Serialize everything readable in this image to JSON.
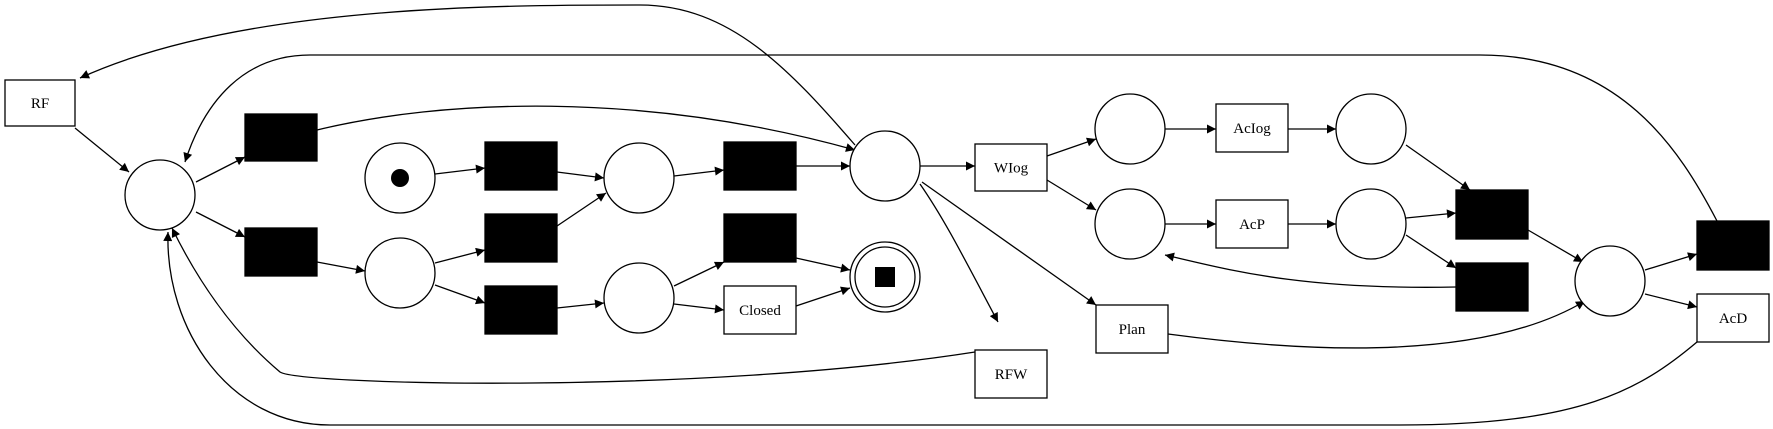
{
  "colors": {
    "stroke": "#000000",
    "silent_fill": "#000000",
    "visible_fill": "#ffffff",
    "background": "#ffffff"
  },
  "diagram": {
    "type": "petri-net",
    "places": [
      {
        "id": "p_rf_in"
      },
      {
        "id": "p_source",
        "marking": "token"
      },
      {
        "id": "p_mid1"
      },
      {
        "id": "p_mid2"
      },
      {
        "id": "p_mid3"
      },
      {
        "id": "p_hub"
      },
      {
        "id": "p_sink",
        "marking": "final"
      },
      {
        "id": "p_wlog_a"
      },
      {
        "id": "p_wlog_b"
      },
      {
        "id": "p_aclog_out"
      },
      {
        "id": "p_acp_out"
      },
      {
        "id": "p_join"
      }
    ],
    "transitions": [
      {
        "id": "t_rf",
        "label": "RF",
        "silent": false
      },
      {
        "id": "t_silent_top",
        "label": "",
        "silent": true
      },
      {
        "id": "t_silent_low",
        "label": "",
        "silent": true
      },
      {
        "id": "t_silent_src",
        "label": "",
        "silent": true
      },
      {
        "id": "t_silent_m1",
        "label": "",
        "silent": true
      },
      {
        "id": "t_silent_m2",
        "label": "",
        "silent": true
      },
      {
        "id": "t_silent_to_hub",
        "label": "",
        "silent": true
      },
      {
        "id": "t_silent_to_sink",
        "label": "",
        "silent": true
      },
      {
        "id": "t_closed",
        "label": "Closed",
        "silent": false
      },
      {
        "id": "t_wlog",
        "label": "WIog",
        "silent": false
      },
      {
        "id": "t_rfw",
        "label": "RFW",
        "silent": false
      },
      {
        "id": "t_plan",
        "label": "Plan",
        "silent": false
      },
      {
        "id": "t_aclog",
        "label": "AcIog",
        "silent": false
      },
      {
        "id": "t_acp",
        "label": "AcP",
        "silent": false
      },
      {
        "id": "t_silent_join",
        "label": "",
        "silent": true
      },
      {
        "id": "t_silent_loop",
        "label": "",
        "silent": true
      },
      {
        "id": "t_silent_far",
        "label": "",
        "silent": true
      },
      {
        "id": "t_acd",
        "label": "AcD",
        "silent": false
      }
    ]
  }
}
